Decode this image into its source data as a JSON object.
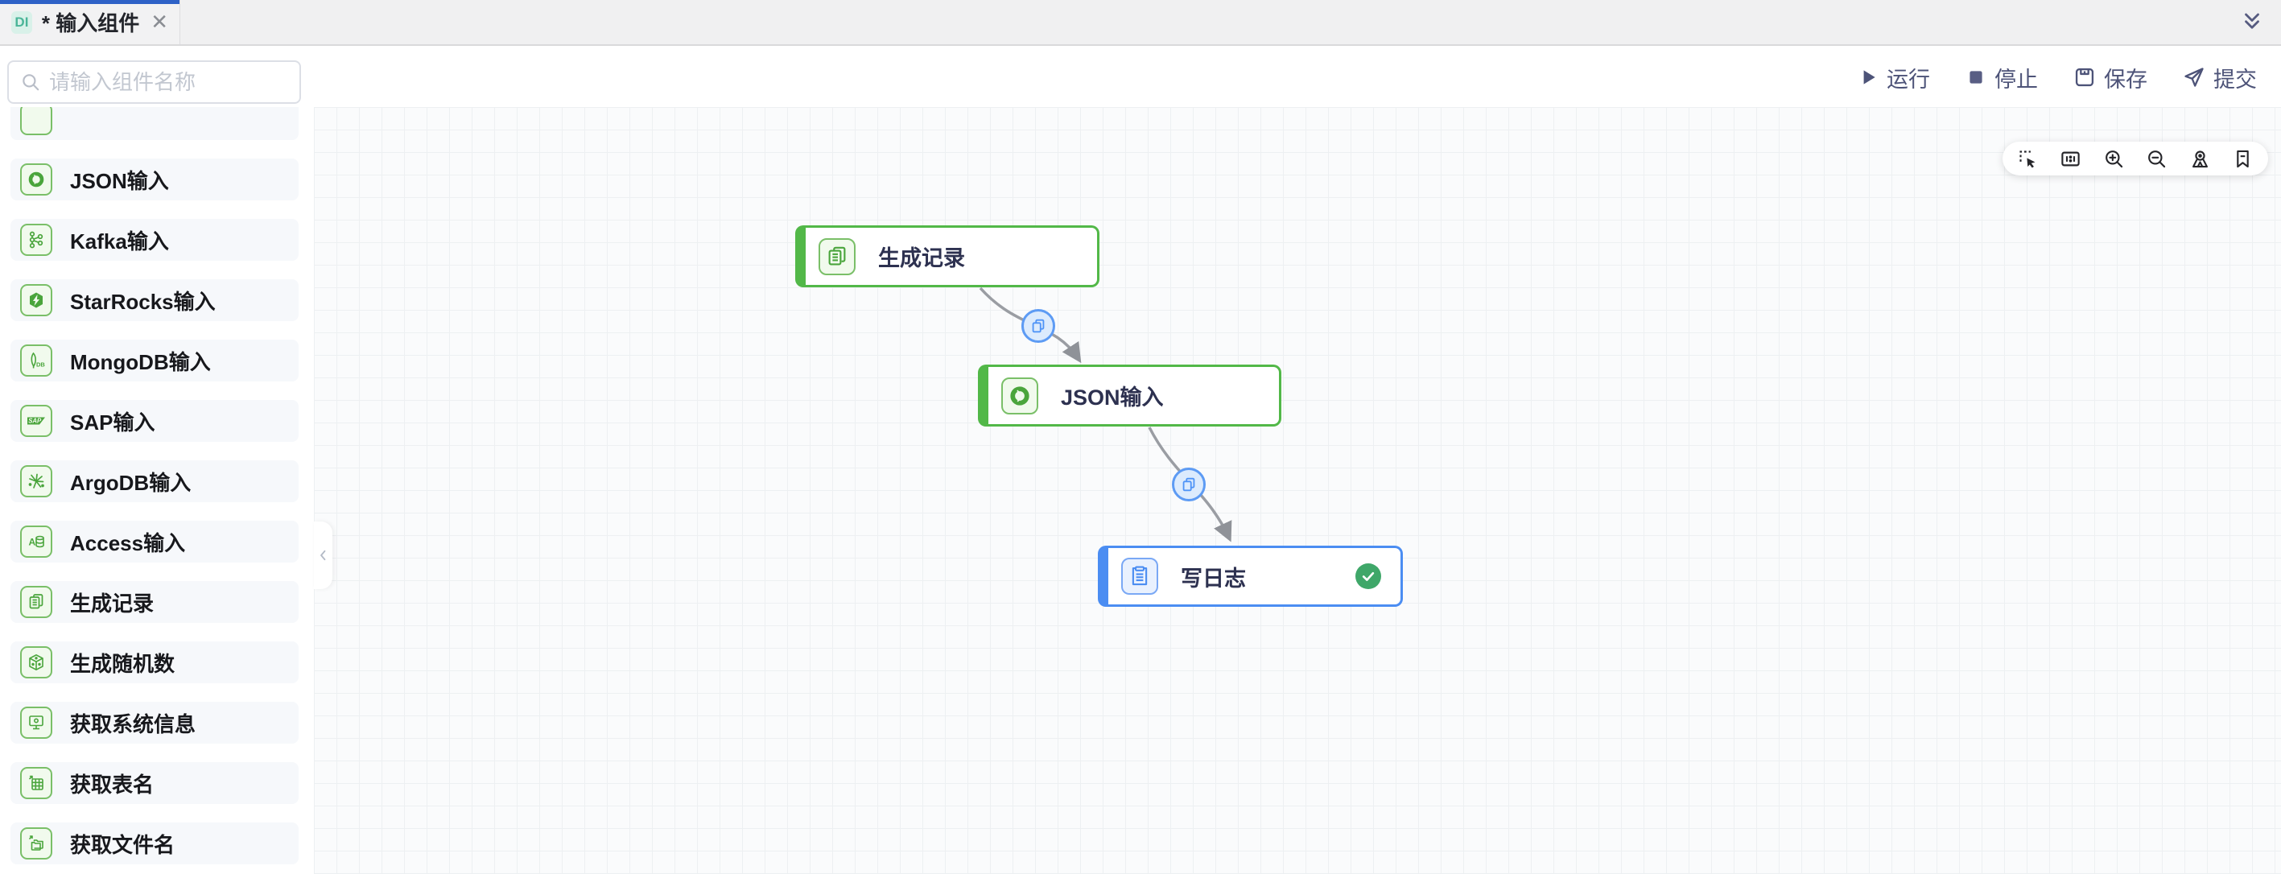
{
  "tab_bar": {
    "tab": {
      "badge": "DI",
      "title": "* 输入组件",
      "close_icon": "✕"
    }
  },
  "topbar": {
    "search": {
      "placeholder": "请输入组件名称",
      "value": ""
    },
    "actions": [
      {
        "id": "run",
        "label": "运行",
        "icon": "play-icon"
      },
      {
        "id": "stop",
        "label": "停止",
        "icon": "stop-icon"
      },
      {
        "id": "save",
        "label": "保存",
        "icon": "save-icon"
      },
      {
        "id": "submit",
        "label": "提交",
        "icon": "send-icon"
      }
    ]
  },
  "sidebar": {
    "items": [
      {
        "label": "JSON输入",
        "icon": "json-icon"
      },
      {
        "label": "Kafka输入",
        "icon": "kafka-icon"
      },
      {
        "label": "StarRocks输入",
        "icon": "starrocks-icon"
      },
      {
        "label": "MongoDB输入",
        "icon": "mongodb-icon"
      },
      {
        "label": "SAP输入",
        "icon": "sap-icon"
      },
      {
        "label": "ArgoDB输入",
        "icon": "argodb-icon"
      },
      {
        "label": "Access输入",
        "icon": "access-icon"
      },
      {
        "label": "生成记录",
        "icon": "generate-records-icon"
      },
      {
        "label": "生成随机数",
        "icon": "random-number-icon"
      },
      {
        "label": "获取系统信息",
        "icon": "system-info-icon"
      },
      {
        "label": "获取表名",
        "icon": "table-names-icon"
      },
      {
        "label": "获取文件名",
        "icon": "file-names-icon"
      }
    ]
  },
  "canvas": {
    "toolbar_icons": [
      "marquee-select-icon",
      "fit-view-icon",
      "zoom-in-icon",
      "zoom-out-icon",
      "locate-icon",
      "bookmark-icon"
    ],
    "nodes": [
      {
        "label": "生成记录",
        "color": "#52b848",
        "icon": "generate-records-icon",
        "status": ""
      },
      {
        "label": "JSON输入",
        "color": "#52b848",
        "icon": "json-icon",
        "status": ""
      },
      {
        "label": "写日志",
        "color": "#4b8df2",
        "icon": "write-log-icon",
        "status": "success-check"
      }
    ],
    "edges": [
      {
        "from": "生成记录",
        "to": "JSON输入",
        "badge": "copy-icon"
      },
      {
        "from": "JSON输入",
        "to": "写日志",
        "badge": "copy-icon"
      }
    ]
  },
  "colors": {
    "accent_green": "#52b848",
    "accent_blue": "#4b8df2",
    "toolbar_text": "#4d5378",
    "tab_indicator": "#2e62c7",
    "success": "#3fa769",
    "edge_line": "#9a9da3",
    "badge_bg": "#d9f1e9",
    "badge_text": "#4ab598"
  }
}
